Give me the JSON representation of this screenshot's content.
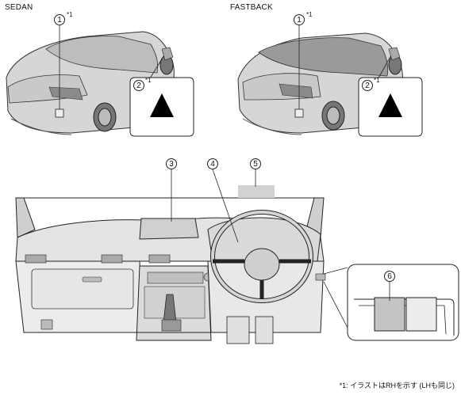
{
  "labels": {
    "sedan": "SEDAN",
    "fastback": "FASTBACK"
  },
  "callouts": [
    "1",
    "2",
    "3",
    "4",
    "5",
    "6"
  ],
  "note_mark": "*1",
  "footnote": "*1: イラストはRHを示す (LHも同じ)",
  "colors": {
    "line": "#222222",
    "car_fill": "#d9d9d9",
    "dash_fill": "#e6e6e6",
    "highlight": "#c8c8c8",
    "triangle": "#000000"
  },
  "icons": [
    "warning-triangle-icon"
  ]
}
